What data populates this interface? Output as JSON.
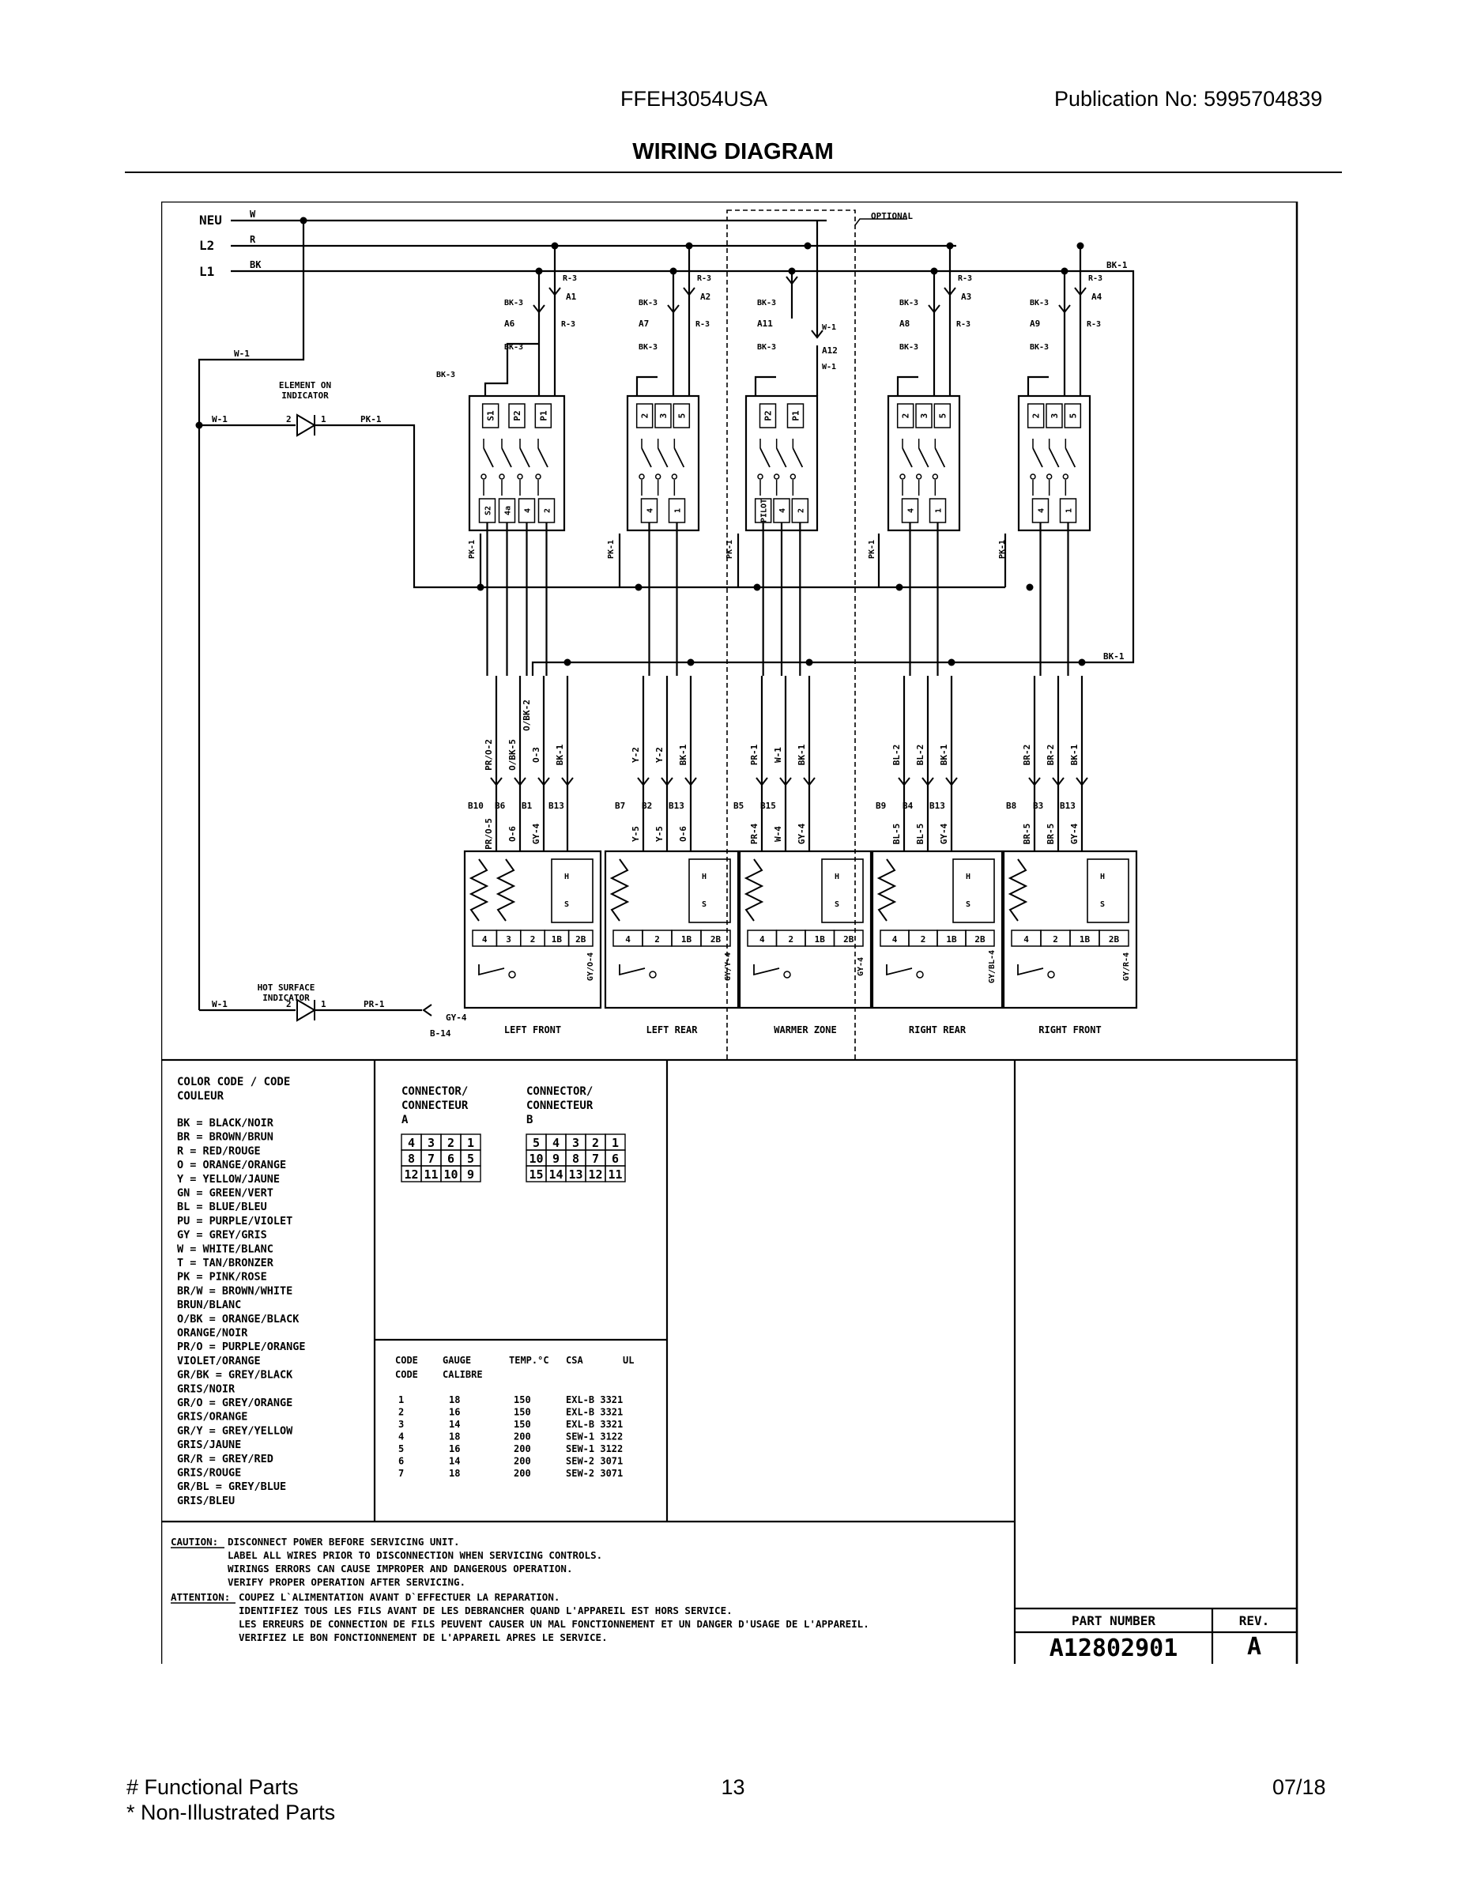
{
  "header": {
    "model": "FFEH3054USA",
    "publication": "Publication No:  5995704839",
    "title": "WIRING DIAGRAM"
  },
  "supply": {
    "neu": "NEU",
    "l2": "L2",
    "l1": "L1",
    "w": "W",
    "r": "R",
    "bk": "BK"
  },
  "optional_label": "OPTIONAL",
  "wire_labels": {
    "bk1": "BK-1",
    "bk3": "BK-3",
    "r3": "R-3",
    "w1": "W-1",
    "pk1": "PK-1",
    "pr1": "PR-1",
    "gy4": "GY-4",
    "b14": "B-14"
  },
  "indicators": {
    "element_on": [
      "ELEMENT ON",
      "INDICATOR"
    ],
    "hot_surface": [
      "HOT SURFACE",
      "INDICATOR"
    ]
  },
  "switches": [
    {
      "a": "A1",
      "ak": "A6",
      "top": [
        "S1",
        "P2",
        "P1"
      ],
      "bottom": [
        "S2",
        "4a",
        "4",
        "2"
      ]
    },
    {
      "a": "A2",
      "ak": "A7",
      "top": [
        "2",
        "3",
        "5"
      ],
      "bottom": [
        "4",
        "1"
      ]
    },
    {
      "a": "A12",
      "ak": "A11",
      "top": [
        "P2",
        "P1"
      ],
      "bottom": [
        "PILOT",
        "4",
        "2"
      ]
    },
    {
      "a": "A3",
      "ak": "A8",
      "top": [
        "2",
        "3",
        "5"
      ],
      "bottom": [
        "4",
        "1"
      ]
    },
    {
      "a": "A4",
      "ak": "A9",
      "top": [
        "2",
        "3",
        "5"
      ],
      "bottom": [
        "4",
        "1"
      ]
    }
  ],
  "connector_b_groups": [
    {
      "wires_top": [
        "PR/O-2",
        "O/BK-5",
        "O-3",
        "BK-1"
      ],
      "wires_low": [
        "PR/O-5",
        "O-6",
        "GY-4"
      ],
      "pins": [
        "B10",
        "B6",
        "B1",
        "B13"
      ],
      "extra": "O/BK-2"
    },
    {
      "wires_top": [
        "Y-2",
        "Y-2",
        "BK-1"
      ],
      "wires_low": [
        "Y-5",
        "Y-5",
        "O-6"
      ],
      "pins": [
        "B7",
        "B2",
        "B13"
      ]
    },
    {
      "wires_top": [
        "PR-1",
        "W-1",
        "BK-1"
      ],
      "wires_low": [
        "PR-4",
        "W-4",
        "GY-4"
      ],
      "pins": [
        "B5",
        "B15"
      ]
    },
    {
      "wires_top": [
        "BL-2",
        "BL-2",
        "BK-1"
      ],
      "wires_low": [
        "BL-5",
        "BL-5",
        "GY-4"
      ],
      "pins": [
        "B9",
        "B4",
        "B13"
      ]
    },
    {
      "wires_top": [
        "BR-2",
        "BR-2",
        "BK-1"
      ],
      "wires_low": [
        "BR-5",
        "BR-5",
        "GY-4"
      ],
      "pins": [
        "B8",
        "B3",
        "B13"
      ]
    }
  ],
  "elements": [
    {
      "name": "LEFT FRONT",
      "terms": [
        "4",
        "3",
        "2",
        "1B",
        "2B"
      ],
      "side": "GY/O-4"
    },
    {
      "name": "LEFT REAR",
      "terms": [
        "4",
        "2",
        "1B",
        "2B"
      ],
      "side": "GY/Y-4"
    },
    {
      "name": "WARMER ZONE",
      "terms": [
        "4",
        "2",
        "1B",
        "2B"
      ],
      "side": "GY-4"
    },
    {
      "name": "RIGHT REAR",
      "terms": [
        "4",
        "2",
        "1B",
        "2B"
      ],
      "side": "GY/BL-4"
    },
    {
      "name": "RIGHT FRONT",
      "terms": [
        "4",
        "2",
        "1B",
        "2B"
      ],
      "side": "GY/R-4"
    }
  ],
  "element_hs": {
    "h": "H",
    "s": "S"
  },
  "color_code": {
    "title": [
      "COLOR CODE / CODE",
      "COULEUR"
    ],
    "entries": [
      "BK = BLACK/NOIR",
      "BR = BROWN/BRUN",
      "R  = RED/ROUGE",
      "O  = ORANGE/ORANGE",
      "Y  = YELLOW/JAUNE",
      "GN = GREEN/VERT",
      "BL = BLUE/BLEU",
      "PU = PURPLE/VIOLET",
      "GY = GREY/GRIS",
      "W  = WHITE/BLANC",
      "T  = TAN/BRONZER",
      "PK = PINK/ROSE",
      "BR/W = BROWN/WHITE",
      "       BRUN/BLANC",
      "O/BK = ORANGE/BLACK",
      "       ORANGE/NOIR",
      "PR/O = PURPLE/ORANGE",
      "       VIOLET/ORANGE",
      "GR/BK = GREY/BLACK",
      "        GRIS/NOIR",
      "GR/O = GREY/ORANGE",
      "       GRIS/ORANGE",
      "GR/Y = GREY/YELLOW",
      "       GRIS/JAUNE",
      "GR/R = GREY/RED",
      "       GRIS/ROUGE",
      "GR/BL = GREY/BLUE",
      "        GRIS/BLEU"
    ]
  },
  "connectors": {
    "a": {
      "title": [
        "CONNECTOR/",
        "CONNECTEUR",
        "A"
      ],
      "rows": [
        [
          "4",
          "3",
          "2",
          "1"
        ],
        [
          "8",
          "7",
          "6",
          "5"
        ],
        [
          "12",
          "11",
          "10",
          "9"
        ]
      ]
    },
    "b": {
      "title": [
        "CONNECTOR/",
        "CONNECTEUR",
        "B"
      ],
      "rows": [
        [
          "5",
          "4",
          "3",
          "2",
          "1"
        ],
        [
          "10",
          "9",
          "8",
          "7",
          "6"
        ],
        [
          "15",
          "14",
          "13",
          "12",
          "11"
        ]
      ]
    }
  },
  "gauge_table": {
    "headers": [
      "CODE",
      "GAUGE",
      "TEMP.°C",
      "CSA",
      "UL"
    ],
    "headers2": [
      "CODE",
      "CALIBRE"
    ],
    "rows": [
      [
        "1",
        "18",
        "150",
        "EXL-B 3321"
      ],
      [
        "2",
        "16",
        "150",
        "EXL-B 3321"
      ],
      [
        "3",
        "14",
        "150",
        "EXL-B 3321"
      ],
      [
        "4",
        "18",
        "200",
        "SEW-1 3122"
      ],
      [
        "5",
        "16",
        "200",
        "SEW-1 3122"
      ],
      [
        "6",
        "14",
        "200",
        "SEW-2 3071"
      ],
      [
        "7",
        "18",
        "200",
        "SEW-2 3071"
      ]
    ]
  },
  "caution": {
    "caution_label": "CAUTION:",
    "caution_lines": [
      "DISCONNECT POWER BEFORE SERVICING UNIT.",
      "LABEL ALL WIRES PRIOR TO DISCONNECTION WHEN SERVICING CONTROLS.",
      "WIRINGS ERRORS CAN CAUSE IMPROPER AND DANGEROUS OPERATION.",
      "VERIFY PROPER OPERATION AFTER SERVICING."
    ],
    "attention_label": "ATTENTION:",
    "attention_lines": [
      "COUPEZ L`ALIMENTATION AVANT D`EFFECTUER LA REPARATION.",
      "IDENTIFIEZ TOUS LES FILS AVANT DE LES DEBRANCHER QUAND L'APPAREIL EST HORS SERVICE.",
      "LES ERREURS DE CONNECTION DE FILS PEUVENT CAUSER UN MAL FONCTIONNEMENT ET UN DANGER D'USAGE DE L'APPAREIL.",
      "VERIFIEZ LE BON FONCTIONNEMENT DE L'APPAREIL APRES LE SERVICE."
    ]
  },
  "part": {
    "label": "PART NUMBER",
    "rev_label": "REV.",
    "number": "A12802901",
    "rev": "A"
  },
  "footer": {
    "functional": "# Functional Parts",
    "non_illustrated": "* Non-Illustrated Parts",
    "page": "13",
    "date": "07/18"
  }
}
